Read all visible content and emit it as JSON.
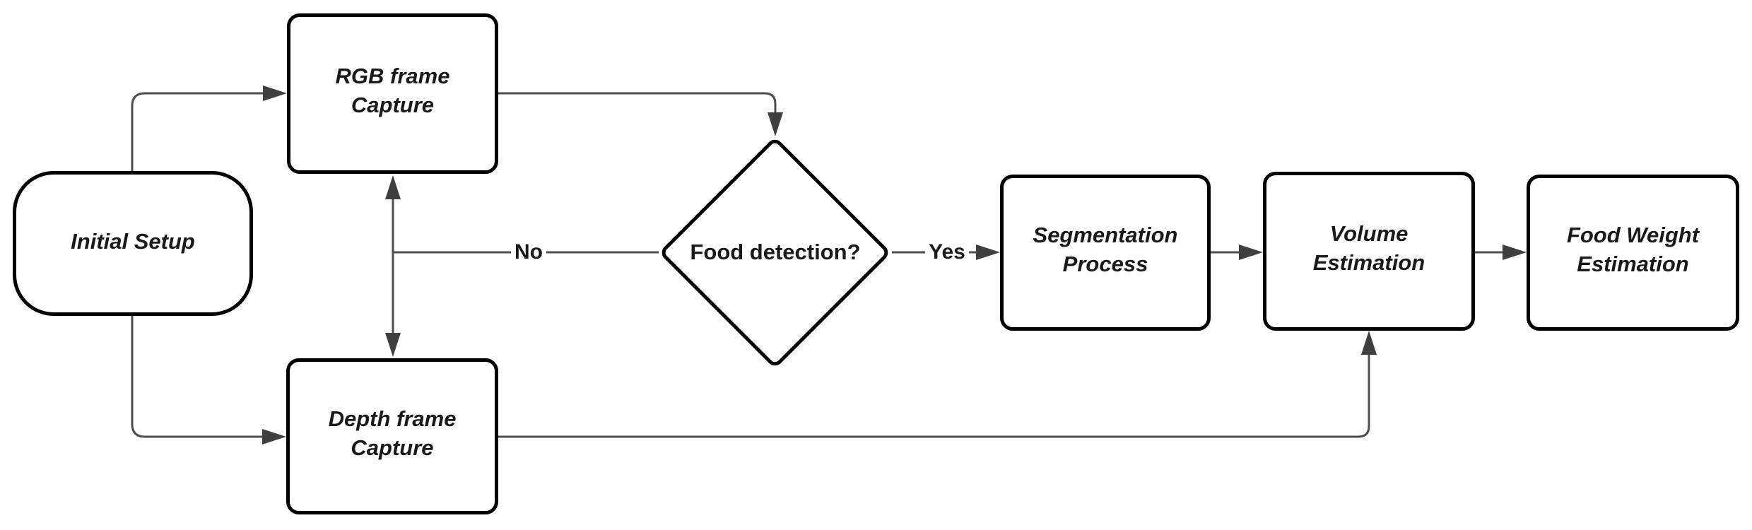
{
  "diagram": {
    "nodes": {
      "initial_setup": {
        "label": "Initial Setup",
        "shape": "terminator"
      },
      "rgb_capture": {
        "line1": "RGB frame",
        "line2": "Capture",
        "shape": "rounded-rectangle"
      },
      "depth_capture": {
        "line1": "Depth frame",
        "line2": "Capture",
        "shape": "rounded-rectangle"
      },
      "food_detection": {
        "label": "Food detection?",
        "shape": "decision-diamond"
      },
      "segmentation": {
        "line1": "Segmentation",
        "line2": "Process",
        "shape": "rounded-rectangle"
      },
      "volume": {
        "line1": "Volume",
        "line2": "Estimation",
        "shape": "rounded-rectangle"
      },
      "food_weight": {
        "line1": "Food Weight",
        "line2": "Estimation",
        "shape": "rounded-rectangle"
      }
    },
    "edge_labels": {
      "no": "No",
      "yes": "Yes"
    },
    "colors": {
      "background": "#ffffff",
      "shape_fill": "#ffffff",
      "shape_border": "#000000",
      "connector_line": "#4d4d4d",
      "arrowhead": "#3f3f3f",
      "text": "#1a1a1a"
    }
  }
}
